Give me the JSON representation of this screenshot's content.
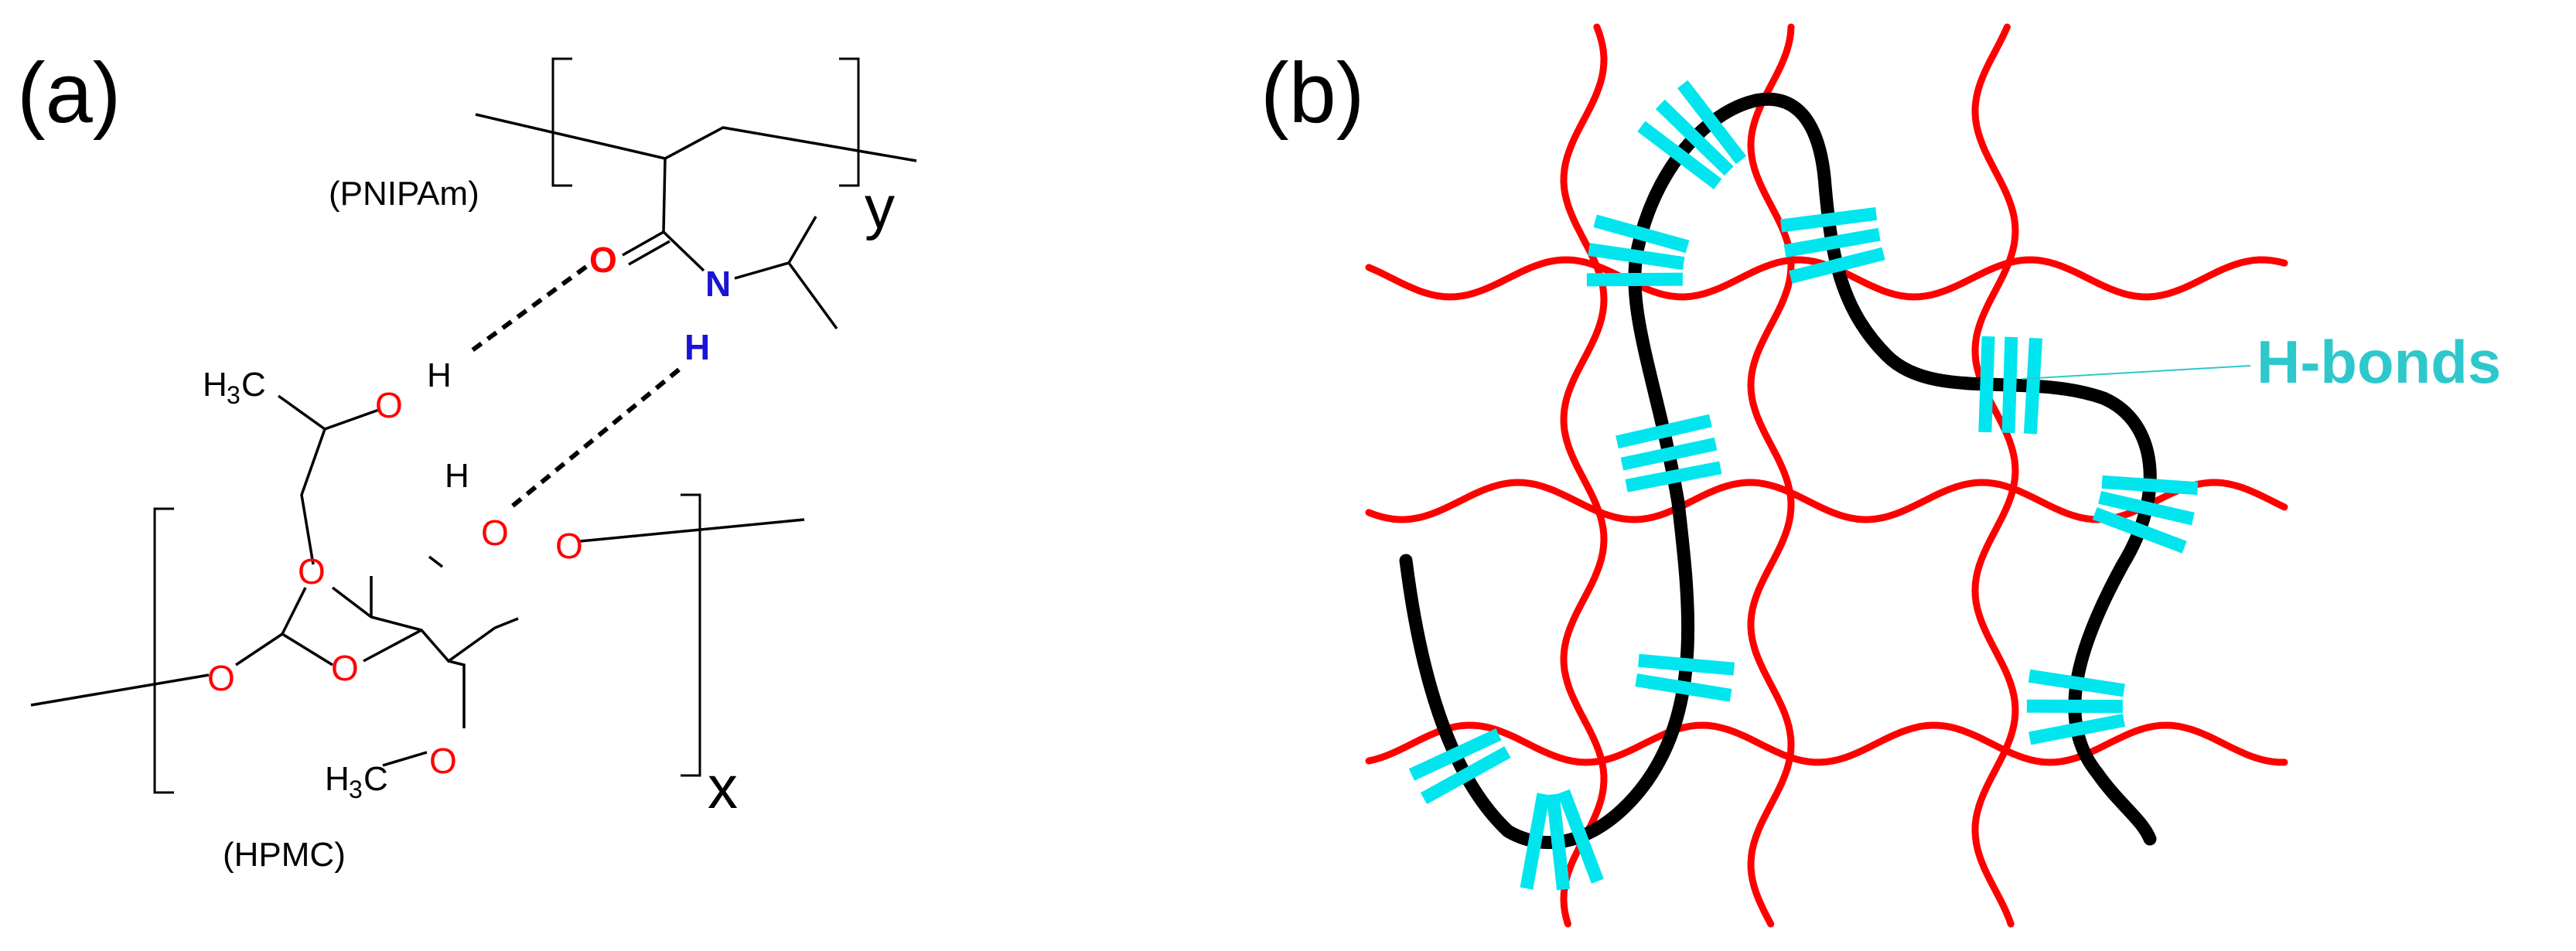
{
  "panel_a": {
    "label": "(a)",
    "pnipam_label": "(PNIPAm)",
    "hpmc_label": "(HPMC)",
    "repeat_y": "y",
    "repeat_x": "x",
    "atoms": {
      "carbonyl_o": "O",
      "amide_n": "N",
      "amide_h": "H",
      "hydroxyl_h_top": "H",
      "hydroxyl_o_top": "O",
      "methyl_top": "H",
      "methyl_top_sub": "3",
      "methyl_top_c": "C",
      "hydroxyl_h_ring": "H",
      "hydroxyl_o_ring": "O",
      "ring_o_right": "O",
      "ring_o_upper_left": "O",
      "ring_o_left": "O",
      "ring_o_center": "O",
      "ether_o_bottom": "O",
      "methyl_bottom": "H",
      "methyl_bottom_sub": "3",
      "methyl_bottom_c": "C"
    }
  },
  "panel_b": {
    "label": "(b)",
    "hbonds_label": "H-bonds"
  },
  "colors": {
    "network": "#ff0000",
    "guest_chain": "#000000",
    "hbond_ticks": "#00e5ee",
    "hbond_text": "#2ec8cc",
    "oxygen": "#ff0000",
    "nitrogen": "#1a14d6"
  }
}
